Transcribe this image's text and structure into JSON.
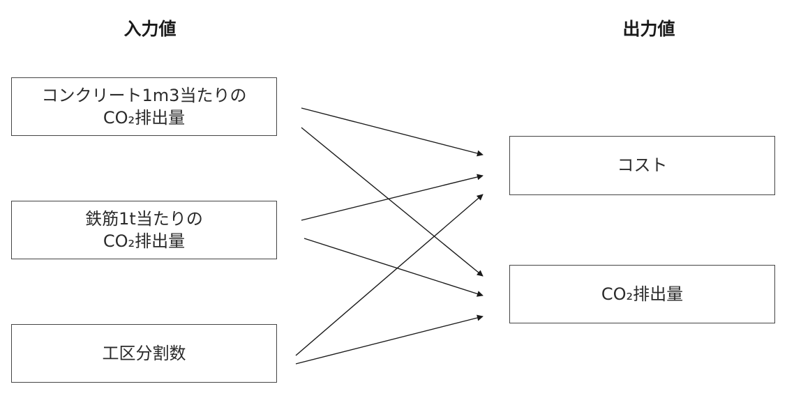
{
  "headings": {
    "input": "入力値",
    "output": "出力値"
  },
  "inputs": [
    {
      "line1": "コンクリート1m3当たりの",
      "line2": "CO₂排出量"
    },
    {
      "line1": "鉄筋1t当たりの",
      "line2": "CO₂排出量"
    },
    {
      "line1": "工区分割数"
    }
  ],
  "outputs": [
    {
      "label": "コスト"
    },
    {
      "label": "CO₂排出量"
    }
  ],
  "connections": [
    {
      "from": "コンクリート1m3当たりの CO₂排出量",
      "to": "コスト"
    },
    {
      "from": "コンクリート1m3当たりの CO₂排出量",
      "to": "CO₂排出量"
    },
    {
      "from": "鉄筋1t当たりの CO₂排出量",
      "to": "コスト"
    },
    {
      "from": "鉄筋1t当たりの CO₂排出量",
      "to": "CO₂排出量"
    },
    {
      "from": "工区分割数",
      "to": "コスト"
    },
    {
      "from": "工区分割数",
      "to": "CO₂排出量"
    }
  ],
  "colors": {
    "line": "#1a1a1a",
    "border": "#444444",
    "text": "#2a2a2a"
  }
}
